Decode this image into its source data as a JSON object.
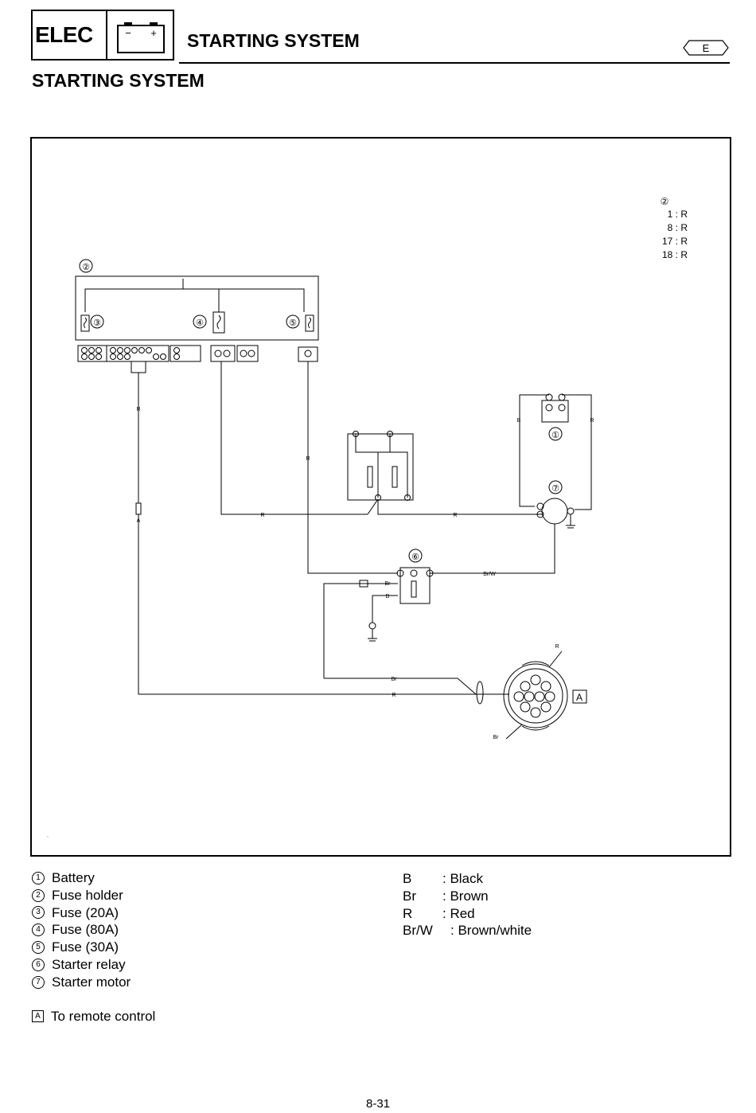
{
  "header": {
    "section_tag": "ELEC",
    "battery_icon": "battery-icon",
    "battery_minus": "−",
    "battery_plus": "+",
    "section_title": "STARTING SYSTEM",
    "language_badge": "E"
  },
  "page_title": "STARTING SYSTEM",
  "diagram": {
    "fuse_holder_pins": {
      "ref": "②",
      "pins": [
        "1 : R",
        "8 : R",
        "17 : R",
        "18 : R"
      ]
    },
    "refs": {
      "battery": "①",
      "fuse_holder": "②",
      "fuse_20a": "③",
      "fuse_80a": "④",
      "fuse_30a": "⑤",
      "starter_relay": "⑥",
      "starter_motor": "⑦",
      "remote_control": "A"
    },
    "wire_labels": {
      "r_fuse_holder_down": "R",
      "r_fuse5_down": "R",
      "r_lower_left": "R",
      "r_lower_right": "R",
      "b_battery_left": "B",
      "r_battery_right": "R",
      "br_w_relay_motor": "Br/W",
      "br_relay_input": "Br",
      "b_relay_ground": "B",
      "br_to_connector": "Br",
      "r_to_connector": "R",
      "r_connector_top": "R",
      "br_connector_bottom": "Br",
      "a_connector": "A"
    },
    "mark": "`"
  },
  "legend": {
    "components": [
      {
        "num": "1",
        "label": "Battery"
      },
      {
        "num": "2",
        "label": "Fuse holder"
      },
      {
        "num": "3",
        "label": "Fuse (20A)"
      },
      {
        "num": "4",
        "label": "Fuse (80A)"
      },
      {
        "num": "5",
        "label": "Fuse (30A)"
      },
      {
        "num": "6",
        "label": "Starter relay"
      },
      {
        "num": "7",
        "label": "Starter motor"
      }
    ],
    "remote": {
      "num": "A",
      "label": "To remote control"
    },
    "color_codes": [
      {
        "code": "B",
        "label": ": Black"
      },
      {
        "code": "Br",
        "label": ": Brown"
      },
      {
        "code": "R",
        "label": ": Red"
      },
      {
        "code": "Br/W",
        "label": ": Brown/white"
      }
    ]
  },
  "page_number": "8-31"
}
